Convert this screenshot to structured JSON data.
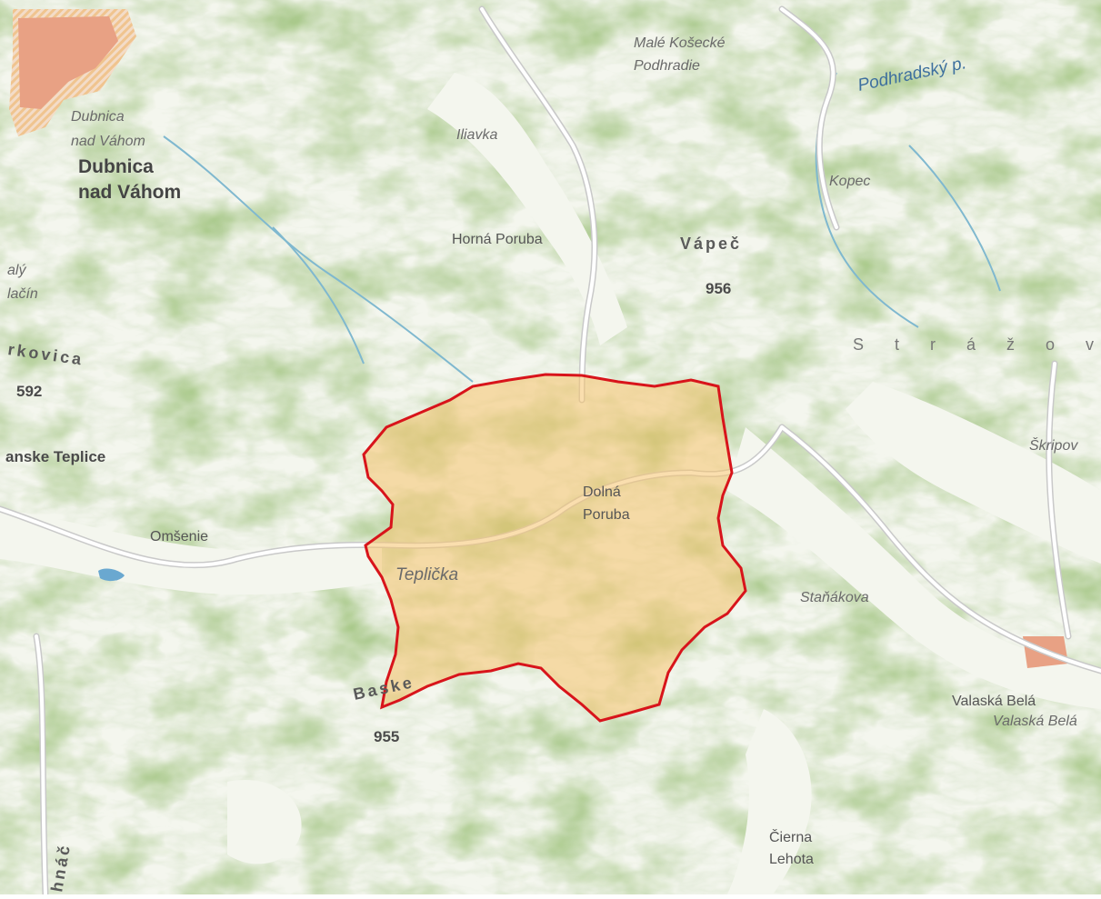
{
  "map": {
    "colors": {
      "forest": "#a9c98a",
      "forest_dark": "#93b775",
      "meadow": "#f4f6ee",
      "urban": "#e8a184",
      "road": "#ffffff",
      "road_casing": "#c9c9c9",
      "stream": "#7fb8cf",
      "highlight_fill": "#f5c36b",
      "highlight_stroke": "#d8141b"
    },
    "highlighted_area_name": "Dolná Poruba",
    "labels": {
      "male_kosecke": "Malé Košecké",
      "podhradie": "Podhradie",
      "podhradsky_p": "Podhradský p.",
      "dubnica_small_1": "Dubnica",
      "dubnica_small_2": "nad Váhom",
      "dubnica_big_1": "Dubnica",
      "dubnica_big_2": "nad Váhom",
      "iliavka": "Iliavka",
      "kopec": "Kopec",
      "horna_poruba": "Horná Poruba",
      "vapec": "Vápeč",
      "peak_956": "956",
      "maly_frag": "alý",
      "klacin_frag": "lačín",
      "trkovica_frag": "rkovica",
      "peak_592": "592",
      "strazov_region": "Strážov",
      "skripov": "Škripov",
      "teplice_frag": "anske Teplice",
      "dolna_1": "Dolná",
      "dolna_2": "Poruba",
      "omsenie": "Omšenie",
      "teplicka": "Teplička",
      "stankova": "Staňákova",
      "baske": "Baske",
      "peak_955": "955",
      "valaska_1": "Valaská Belá",
      "valaska_2": "Valaská Belá",
      "cierna_1": "Čierna",
      "cierna_2": "Lehota",
      "hnac_frag": "hnáč"
    }
  }
}
